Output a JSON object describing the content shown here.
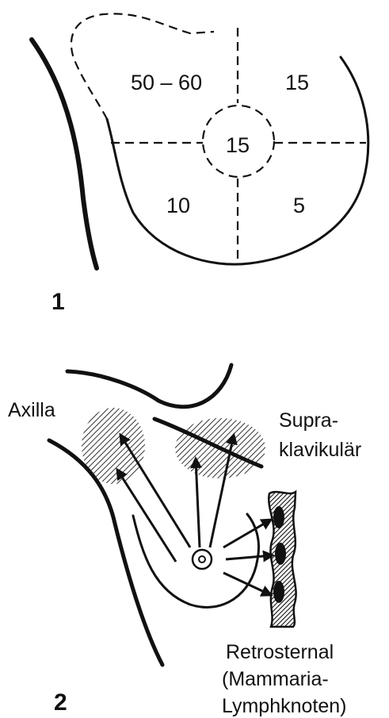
{
  "figure1": {
    "number": "1",
    "quadrants": {
      "upper_outer": "50 – 60",
      "upper_inner": "15",
      "center": "15",
      "lower_outer": "10",
      "lower_inner": "5"
    }
  },
  "figure2": {
    "number": "2",
    "labels": {
      "axilla": "Axilla",
      "supra_line1": "Supra-",
      "supra_line2": "klavikulär",
      "retro_line1": "Retrosternal",
      "retro_line2": "(Mammaria-",
      "retro_line3": "Lymphknoten)"
    }
  }
}
